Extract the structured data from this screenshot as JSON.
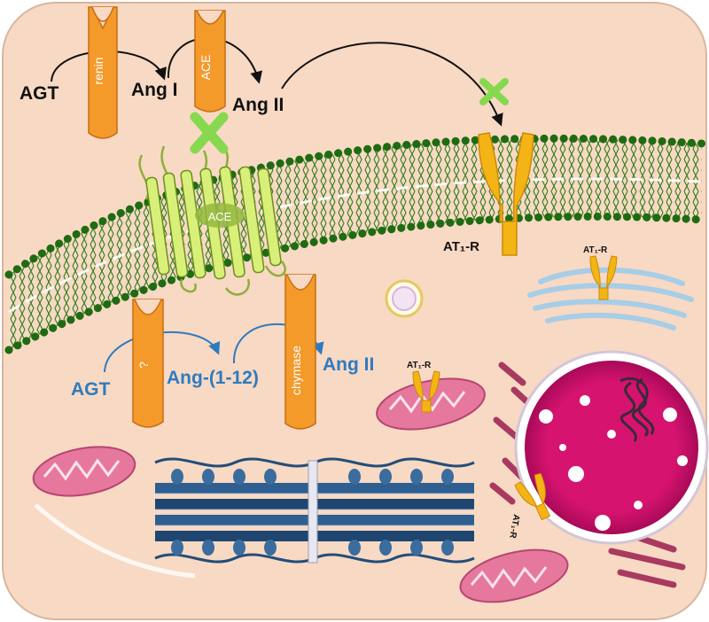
{
  "colors": {
    "cell_fill": "#f8d9c4",
    "membrane_head": "#1f6b12",
    "enzyme": "#f39a2b",
    "receptor": "#f5b416",
    "block_x": "#86d94f",
    "blue_path": "#2e7bbf",
    "black_path": "#111111",
    "nucleus": "#cf0f6f",
    "mitochondria": "#e6789e",
    "golgi": "#a8cde6",
    "sarcomere": "#234d7a",
    "ace_membrane": "#b8e05a"
  },
  "classic_path": {
    "agt": "AGT",
    "renin": "renin",
    "ang1": "Ang I",
    "ace": "ACE",
    "ang2": "Ang II"
  },
  "alt_path": {
    "agt": "AGT",
    "unknown_enzyme": "?",
    "ang_1_12": "Ang-(1-12)",
    "chymase": "chymase",
    "ang2": "Ang II"
  },
  "membrane": {
    "ace_label": "ACE"
  },
  "receptors": {
    "membrane": "AT₁-R",
    "golgi": "AT₁-R",
    "mitochondria": "AT₁-R",
    "nucleus": "AT₁-R"
  }
}
